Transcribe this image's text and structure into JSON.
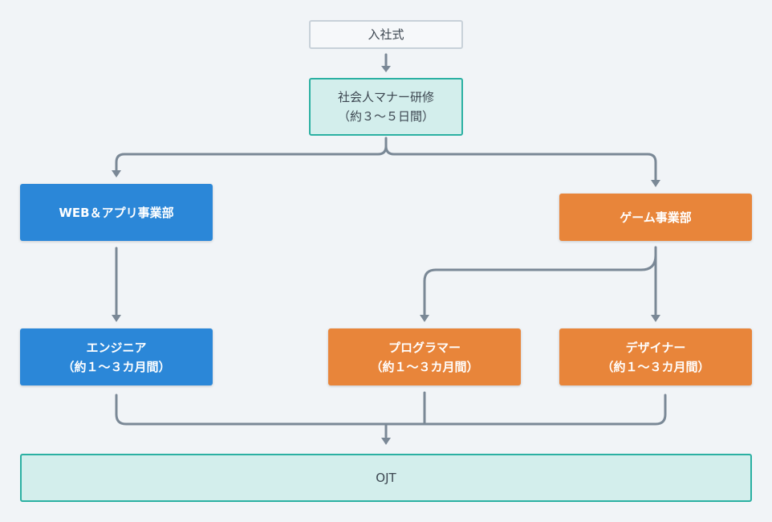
{
  "colors": {
    "background": "#f1f4f7",
    "connector": "#7a8896",
    "blue": "#2b87d8",
    "orange": "#e8853a",
    "teal_fill": "#d3eeec",
    "teal_border": "#2bb0a2"
  },
  "nodes": {
    "ceremony": {
      "label": "入社式"
    },
    "manner_training": {
      "line1": "社会人マナー研修",
      "line2": "（約３～５日間）"
    },
    "web_app_division": {
      "label": "WEB＆アプリ事業部"
    },
    "game_division": {
      "label": "ゲーム事業部"
    },
    "engineer": {
      "line1": "エンジニア",
      "line2": "（約１～３カ月間）"
    },
    "programmer": {
      "line1": "プログラマー",
      "line2": "（約１～３カ月間）"
    },
    "designer": {
      "line1": "デザイナー",
      "line2": "（約１～３カ月間）"
    },
    "ojt": {
      "label": "OJT"
    }
  }
}
